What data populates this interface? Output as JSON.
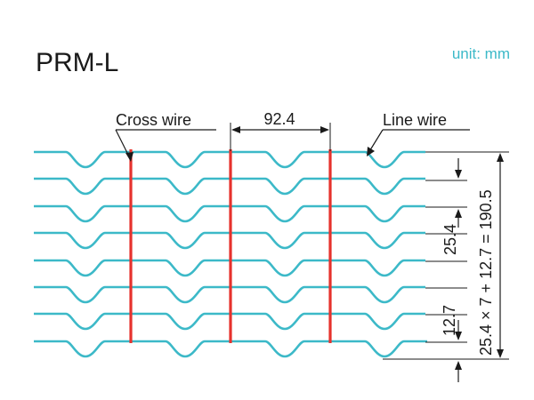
{
  "title": "PRM-L",
  "unit_label": "unit: mm",
  "labels": {
    "cross_wire": "Cross wire",
    "line_wire": "Line wire"
  },
  "dimensions": {
    "cross_spacing": "92.4",
    "line_spacing": "25.4",
    "edge_spacing": "12.7",
    "total_height": "25.4 × 7 + 12.7 = 190.5"
  },
  "colors": {
    "line_wire": "#3cb9c8",
    "cross_wire": "#e6322d",
    "unit_text": "#3cb9c8",
    "annotation": "#1a1a1a"
  },
  "counts": {
    "line_wires": 8,
    "cross_wires": 3
  }
}
